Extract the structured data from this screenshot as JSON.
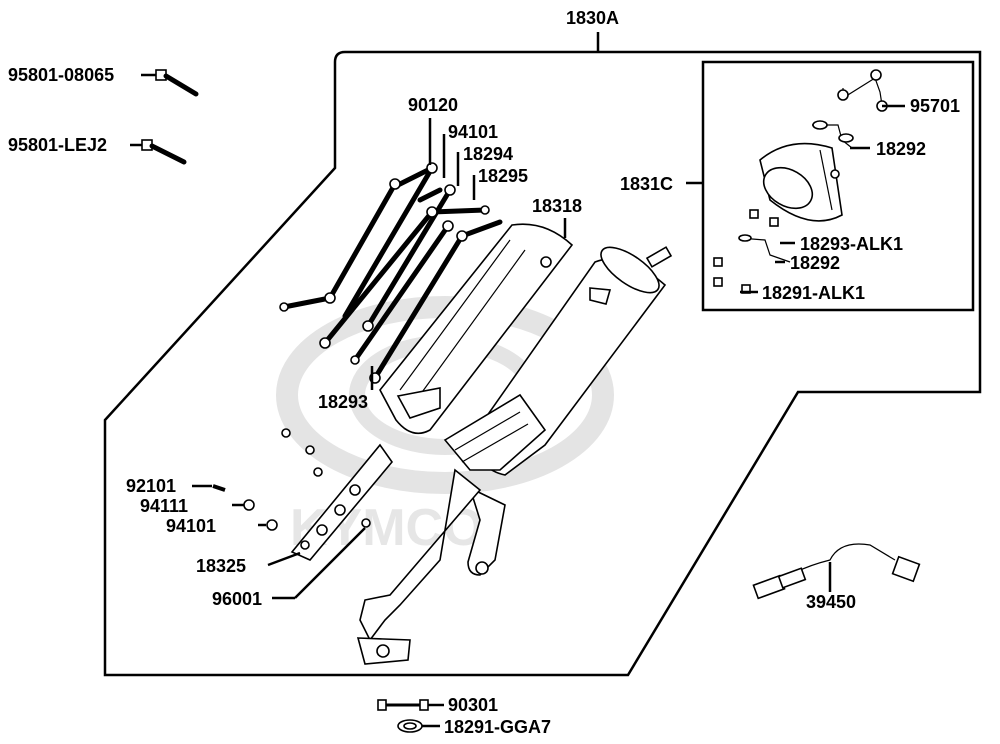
{
  "watermark": {
    "brand": "KYMCO"
  },
  "assembly": {
    "main_label": "1830A",
    "sub_label": "1831C"
  },
  "labels": {
    "p95801_08065": "95801-08065",
    "p95801_lej2": "95801-LEJ2",
    "p90120": "90120",
    "p94101_top": "94101",
    "p18294": "18294",
    "p18295": "18295",
    "p18318": "18318",
    "p18293": "18293",
    "p92101": "92101",
    "p94111": "94111",
    "p94101_bottom": "94101",
    "p18325": "18325",
    "p96001": "96001",
    "p95701": "95701",
    "p18292_top": "18292",
    "p18293_alk1": "18293-ALK1",
    "p18292_mid": "18292",
    "p18291_alk1": "18291-ALK1",
    "p39450": "39450",
    "p90301": "90301",
    "p18291_gga7": "18291-GGA7"
  }
}
